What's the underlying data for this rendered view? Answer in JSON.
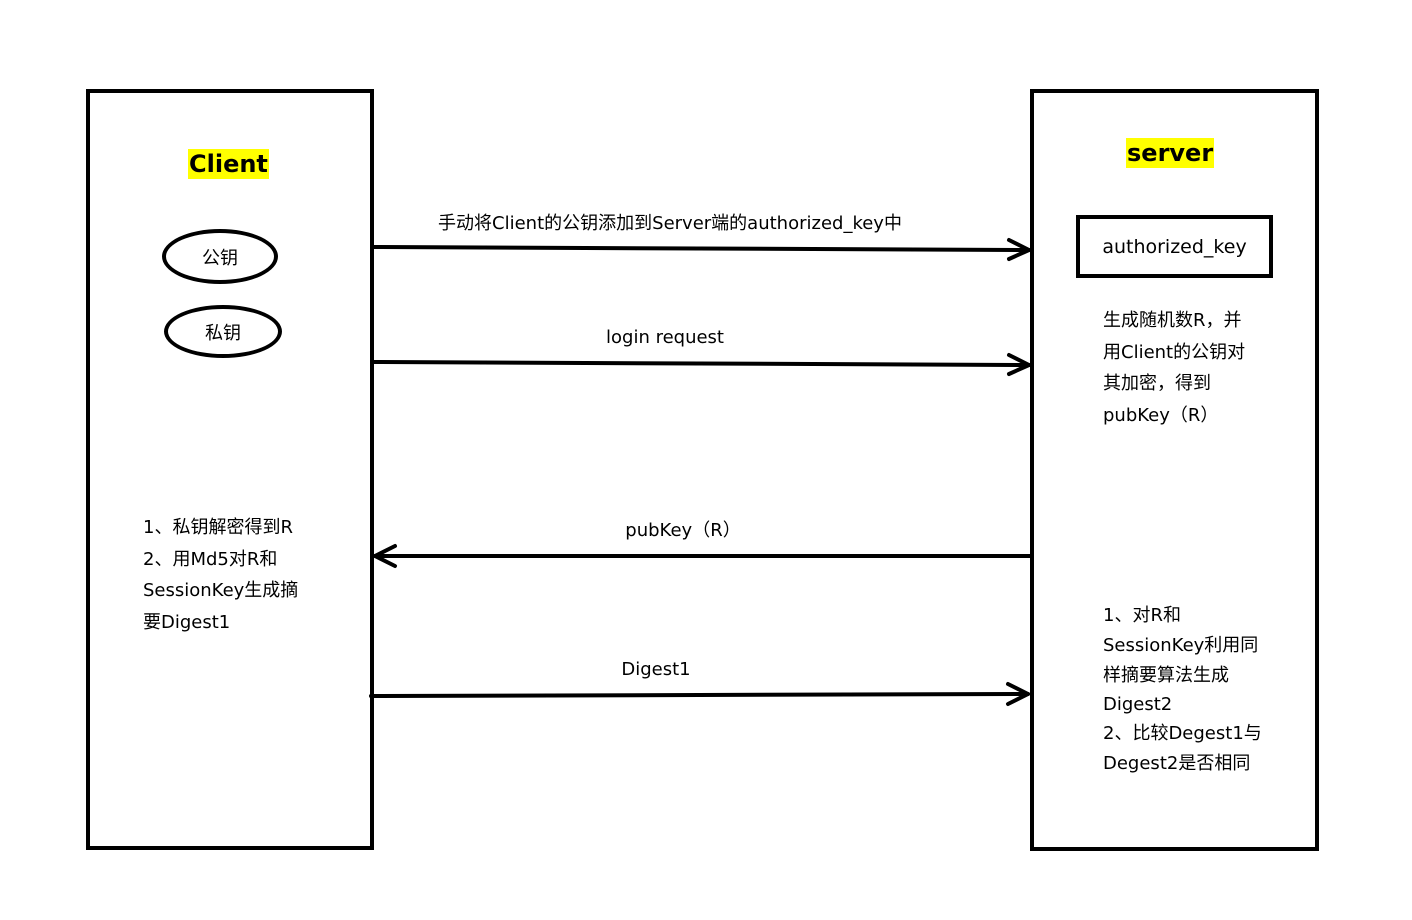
{
  "client": {
    "title": "Client",
    "public_key": "公钥",
    "private_key": "私钥",
    "steps": [
      "1、私钥解密得到R",
      "2、用Md5对R和",
      "SessionKey生成摘",
      "要Digest1"
    ]
  },
  "server": {
    "title": "server",
    "authorized_key": "authorized_key",
    "generate_note": [
      "生成随机数R，并",
      "用Client的公钥对",
      "其加密，得到",
      "pubKey（R）"
    ],
    "verify_note": [
      "1、对R和",
      "SessionKey利用同",
      "样摘要算法生成",
      "Digest2",
      "2、比较Degest1与",
      "Degest2是否相同"
    ]
  },
  "messages": [
    {
      "label": "手动将Client的公钥添加到Server端的authorized_key中",
      "direction": "client-to-server"
    },
    {
      "label": "login request",
      "direction": "client-to-server"
    },
    {
      "label": "pubKey（R）",
      "direction": "server-to-client"
    },
    {
      "label": "Digest1",
      "direction": "client-to-server"
    }
  ],
  "colors": {
    "title_highlight": "#ffff00",
    "stroke": "#000000",
    "background": "#ffffff"
  }
}
